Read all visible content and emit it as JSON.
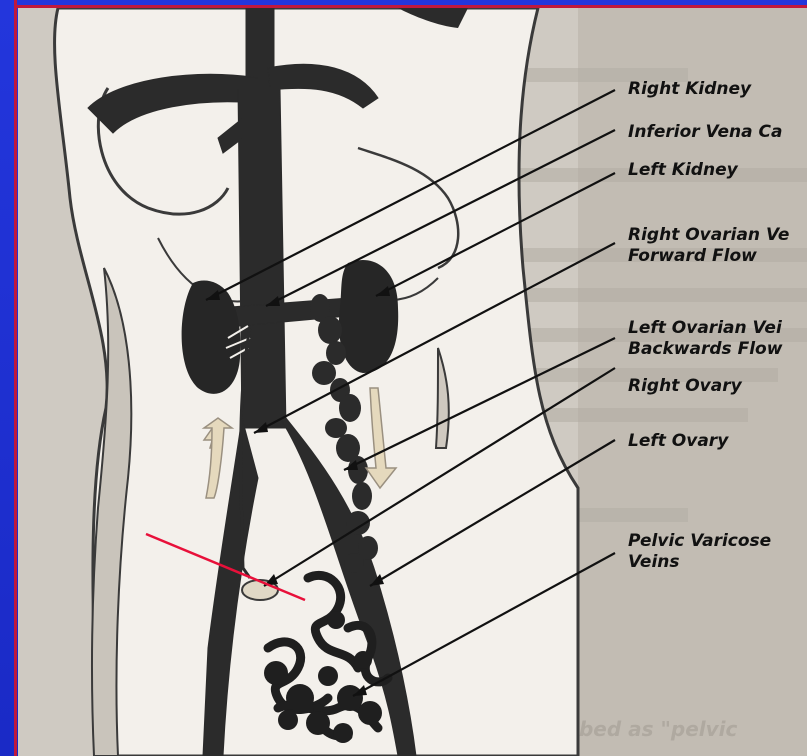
{
  "slide": {
    "background": "#1f33d6",
    "border": "#c0183c"
  },
  "labels": [
    {
      "id": "right-kidney",
      "text": "Right Kidney"
    },
    {
      "id": "inferior-vena-cava",
      "text": "Inferior Vena Ca"
    },
    {
      "id": "left-kidney",
      "text": "Left Kidney"
    },
    {
      "id": "right-ovarian-vein-1",
      "text": "Right Ovarian Ve"
    },
    {
      "id": "right-ovarian-vein-2",
      "text": "Forward Flow"
    },
    {
      "id": "left-ovarian-vein-1",
      "text": "Left Ovarian Vei"
    },
    {
      "id": "left-ovarian-vein-2",
      "text": "Backwards Flow"
    },
    {
      "id": "right-ovary",
      "text": "Right Ovary"
    },
    {
      "id": "left-ovary",
      "text": "Left Ovary"
    },
    {
      "id": "pelvic-varicose-1",
      "text": "Pelvic Varicose"
    },
    {
      "id": "pelvic-varicose-2",
      "text": "Veins"
    }
  ],
  "background_text": [
    "ic pelvic pain, described as \"pelvic"
  ],
  "colors": {
    "paper": "#d9d4cc",
    "paper_shadow": "#bdb7ae",
    "body": "#f2efea",
    "vein": "#2b2b2b",
    "arrow": "#e8dcc4",
    "pointer": "#e8103a"
  }
}
